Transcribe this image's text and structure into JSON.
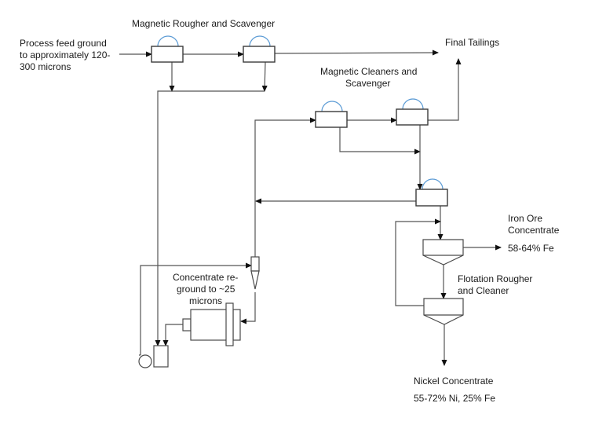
{
  "diagram": {
    "type": "process-flow-diagram",
    "labels": {
      "feed": [
        "Process feed ground",
        "to approximately 120-",
        "300 microns"
      ],
      "magnetic_rougher": "Magnetic Rougher and Scavenger",
      "final_tailings": "Final Tailings",
      "magnetic_cleaners": [
        "Magnetic Cleaners and",
        "Scavenger"
      ],
      "iron_ore": [
        "Iron Ore",
        "Concentrate"
      ],
      "iron_grade": "58-64% Fe",
      "flotation": [
        "Flotation Rougher",
        "and Cleaner"
      ],
      "regrind": [
        "Concentrate re-",
        "ground to ~25",
        "microns"
      ],
      "nickel": "Nickel Concentrate",
      "nickel_grade": "55-72% Ni, 25% Fe"
    },
    "colors": {
      "line": "#555555",
      "magnet": "#5b9bd5",
      "text": "#1a1a1a"
    },
    "nodes": [
      {
        "id": "mag-rougher-1",
        "kind": "magnetic-separator"
      },
      {
        "id": "mag-rougher-2",
        "kind": "magnetic-separator"
      },
      {
        "id": "mag-cleaner-1",
        "kind": "magnetic-separator"
      },
      {
        "id": "mag-cleaner-2",
        "kind": "magnetic-separator"
      },
      {
        "id": "mag-scavenger",
        "kind": "magnetic-separator"
      },
      {
        "id": "flotation-cell-1",
        "kind": "flotation-cell"
      },
      {
        "id": "flotation-cell-2",
        "kind": "flotation-cell"
      },
      {
        "id": "cyclone",
        "kind": "hydrocyclone"
      },
      {
        "id": "ball-mill",
        "kind": "regrind-mill"
      },
      {
        "id": "sump",
        "kind": "sump-tank"
      },
      {
        "id": "pump",
        "kind": "pump"
      }
    ]
  }
}
